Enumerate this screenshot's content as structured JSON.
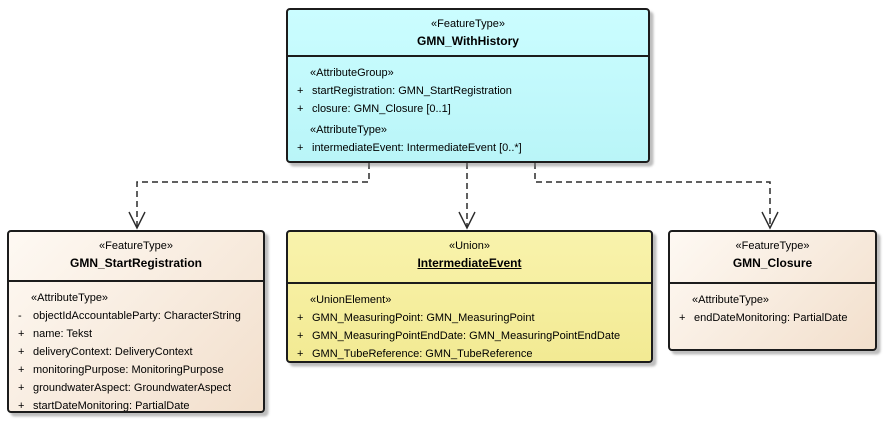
{
  "diagram": {
    "background_color": "#FFFFFF",
    "border_color": "#1C1C1C",
    "connector_color": "#2B2B2B"
  },
  "boxes": {
    "withHistory": {
      "stereotype": "«FeatureType»",
      "name": "GMN_WithHistory",
      "fill": {
        "angle": "to bottom",
        "from": "#CBFDFF",
        "to": "#B9F5F8"
      },
      "sections": [
        {
          "label": "«AttributeGroup»",
          "rows": [
            {
              "vis": "+",
              "text": "startRegistration: GMN_StartRegistration"
            },
            {
              "vis": "+",
              "text": "closure: GMN_Closure [0..1]"
            }
          ]
        },
        {
          "label": "«AttributeType»",
          "rows": [
            {
              "vis": "+",
              "text": "intermediateEvent: IntermediateEvent [0..*]"
            }
          ]
        }
      ]
    },
    "startRegistration": {
      "stereotype": "«FeatureType»",
      "name": "GMN_StartRegistration",
      "fill": {
        "angle": "135deg",
        "from": "#FEF9F3",
        "to": "#F2DFCC"
      },
      "sections": [
        {
          "label": "«AttributeType»",
          "rows": [
            {
              "vis": "-",
              "text": "objectIdAccountableParty: CharacterString"
            },
            {
              "vis": "+",
              "text": "name: Tekst"
            },
            {
              "vis": "+",
              "text": "deliveryContext: DeliveryContext"
            },
            {
              "vis": "+",
              "text": "monitoringPurpose: MonitoringPurpose"
            },
            {
              "vis": "+",
              "text": "groundwaterAspect: GroundwaterAspect"
            },
            {
              "vis": "+",
              "text": "startDateMonitoring: PartialDate"
            }
          ]
        }
      ]
    },
    "intermediateEvent": {
      "stereotype": "«Union»",
      "name": "IntermediateEvent",
      "fill": {
        "angle": "to bottom",
        "from": "#F9F3AC",
        "to": "#F2EA93"
      },
      "sections": [
        {
          "label": "«UnionElement»",
          "rows": [
            {
              "vis": "+",
              "text": "GMN_MeasuringPoint: GMN_MeasuringPoint"
            },
            {
              "vis": "+",
              "text": "GMN_MeasuringPointEndDate: GMN_MeasuringPointEndDate"
            },
            {
              "vis": "+",
              "text": "GMN_TubeReference: GMN_TubeReference"
            }
          ]
        }
      ]
    },
    "closure": {
      "stereotype": "«FeatureType»",
      "name": "GMN_Closure",
      "fill": {
        "angle": "135deg",
        "from": "#FEF9F3",
        "to": "#F2DFCC"
      },
      "sections": [
        {
          "label": "«AttributeType»",
          "rows": [
            {
              "vis": "+",
              "text": "endDateMonitoring: PartialDate"
            }
          ]
        }
      ]
    }
  },
  "connectors": [
    {
      "name": "dependency-gmn-withhistory-to-gmn-startregistration",
      "style": "dashed-open-arrow"
    },
    {
      "name": "dependency-gmn-withhistory-to-intermediateevent",
      "style": "dashed-open-arrow"
    },
    {
      "name": "dependency-gmn-withhistory-to-gmn-closure",
      "style": "dashed-open-arrow"
    }
  ]
}
